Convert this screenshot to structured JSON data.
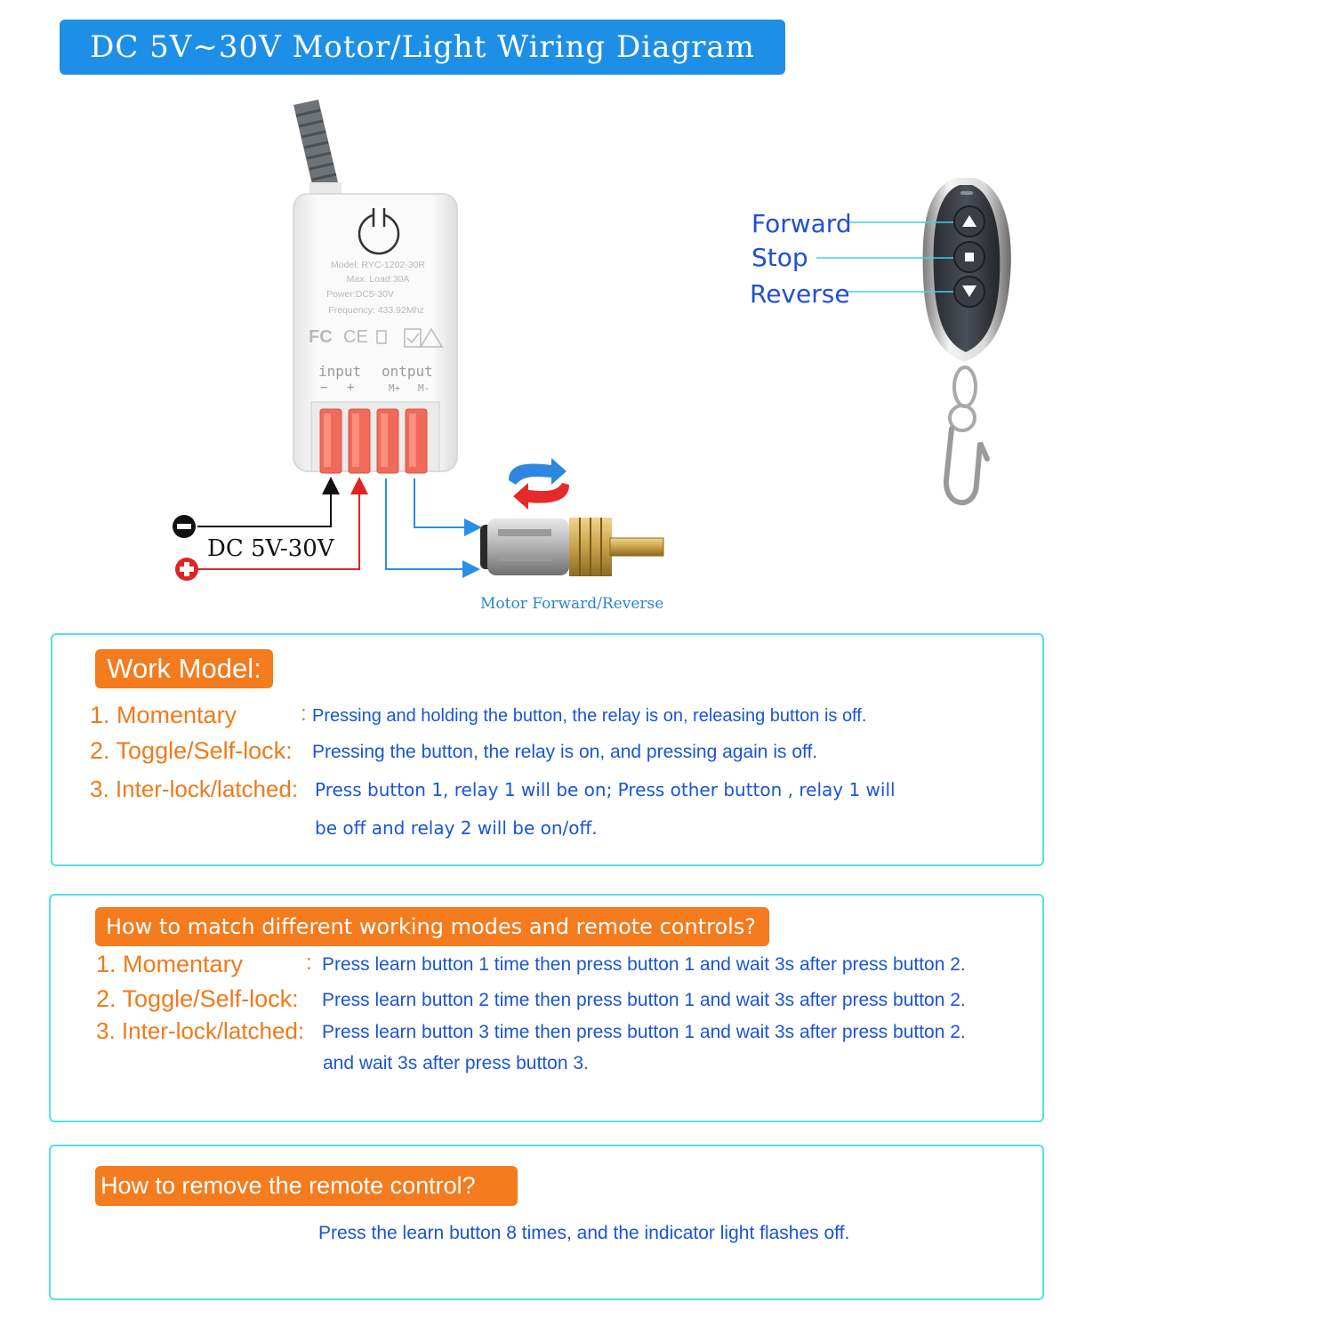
{
  "title": "DC 5V~30V Motor/Light Wiring Diagram",
  "device": {
    "model": "Model: RYC-1202-30R",
    "max_load": "Max. Load:30A",
    "power": "Power:DC5-30V",
    "frequency": "Frequency: 433.92Mhz",
    "input_label": "input",
    "output_label": "ontput",
    "input_minus": "−",
    "input_plus": "+",
    "output_plus": "M+",
    "output_minus": "M-",
    "cert_marks": [
      "FC",
      "CE"
    ]
  },
  "supply": {
    "label": "DC  5V-30V",
    "negative_icon": "minus-circle-icon",
    "positive_icon": "plus-circle-icon"
  },
  "motor": {
    "caption": "Motor Forward/Reverse",
    "icon": "rotation-arrows-icon"
  },
  "remote": {
    "buttons": [
      {
        "label": "Forward",
        "icon": "up-triangle-icon"
      },
      {
        "label": "Stop",
        "icon": "square-icon"
      },
      {
        "label": "Reverse",
        "icon": "down-triangle-icon"
      }
    ]
  },
  "work_model": {
    "heading": "Work Model:",
    "modes": [
      {
        "name": "1. Momentary",
        "sep": ":",
        "desc": "Pressing and holding the button, the relay is on, releasing button is off."
      },
      {
        "name": "2. Toggle/Self-lock:",
        "desc": "Pressing the button, the relay is on, and pressing again is off."
      },
      {
        "name": "3. Inter-lock/latched:",
        "desc": "Press button 1, relay 1 will be on; Press  other button , relay 1 will",
        "desc2": "be off and relay 2 will be on/off."
      }
    ]
  },
  "matching": {
    "heading": "How to match different working modes and remote controls?",
    "modes": [
      {
        "name": "1. Momentary",
        "sep": ":",
        "desc": "Press learn button 1 time then press button 1 and wait 3s after press button 2."
      },
      {
        "name": "2. Toggle/Self-lock:",
        "desc": "Press learn button 2 time then press button 1 and wait 3s after press button 2."
      },
      {
        "name": "3. Inter-lock/latched:",
        "desc": "Press learn button 3 time then press button 1 and wait 3s after press button 2.",
        "desc2": "and wait 3s after press button 3."
      }
    ]
  },
  "remove": {
    "heading": "How to remove the remote control?",
    "desc": "Press the learn button 8 times, and the indicator light flashes off."
  },
  "colors": {
    "title_bg": "#1e8fe6",
    "orange": "#f47b1e",
    "blue_text": "#1a55d6",
    "panel_border": "#55e0ec",
    "wire_blue": "#2a8ee8",
    "wire_red": "#e02424",
    "terminal_red": "#f06a5c"
  }
}
